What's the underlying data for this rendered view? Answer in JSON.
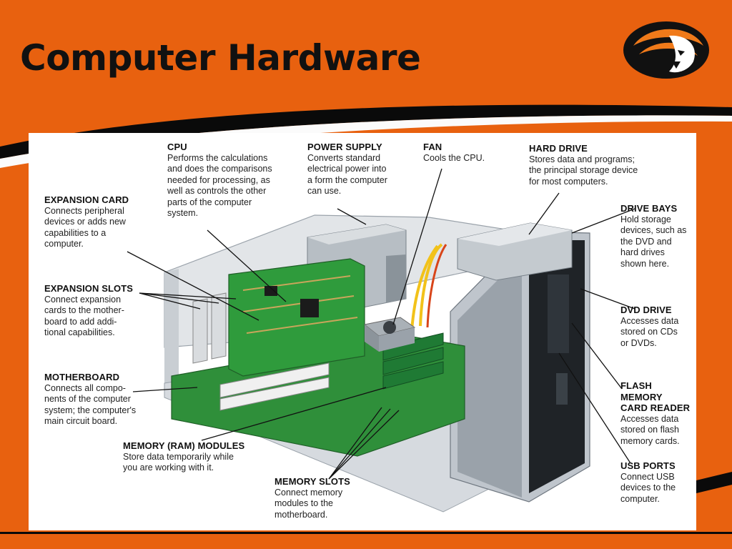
{
  "slide": {
    "title": "Computer Hardware",
    "colors": {
      "background": "#e8610f",
      "band": "#0a0a0a",
      "panel": "#ffffff"
    },
    "logo_icon": "tiger-head-logo"
  },
  "callouts": {
    "cpu": {
      "head": "CPU",
      "desc": "Performs the calculations\nand does the comparisons\nneeded for processing, as\nwell as controls the other\nparts of the computer\nsystem."
    },
    "power_supply": {
      "head": "POWER SUPPLY",
      "desc": "Converts standard\nelectrical power into\na form the computer\ncan use."
    },
    "fan": {
      "head": "FAN",
      "desc": "Cools the CPU."
    },
    "hard_drive": {
      "head": "HARD DRIVE",
      "desc": "Stores data and programs;\nthe principal storage device\nfor most computers."
    },
    "expansion_card": {
      "head": "EXPANSION CARD",
      "desc": "Connects peripheral\ndevices or adds new\ncapabilities to a\ncomputer."
    },
    "drive_bays": {
      "head": "DRIVE BAYS",
      "desc": "Hold storage\ndevices, such as\nthe DVD and\nhard drives\nshown here."
    },
    "expansion_slots": {
      "head": "EXPANSION SLOTS",
      "desc": "Connect expansion\ncards to the mother-\nboard to add addi-\ntional capabilities."
    },
    "dvd_drive": {
      "head": "DVD DRIVE",
      "desc": "Accesses data\nstored on CDs\nor DVDs."
    },
    "motherboard": {
      "head": "MOTHERBOARD",
      "desc": "Connects all compo-\nnents of the computer\nsystem; the computer's\nmain circuit board."
    },
    "flash_reader": {
      "head": "FLASH MEMORY\nCARD READER",
      "desc": "Accesses data\nstored on flash\nmemory cards."
    },
    "memory_modules": {
      "head": "MEMORY (RAM) MODULES",
      "desc": "Store data temporarily while\nyou are working with it."
    },
    "usb_ports": {
      "head": "USB PORTS",
      "desc": "Connect USB\ndevices to the\ncomputer."
    },
    "memory_slots": {
      "head": "MEMORY SLOTS",
      "desc": "Connect memory\nmodules to the\nmotherboard."
    }
  }
}
